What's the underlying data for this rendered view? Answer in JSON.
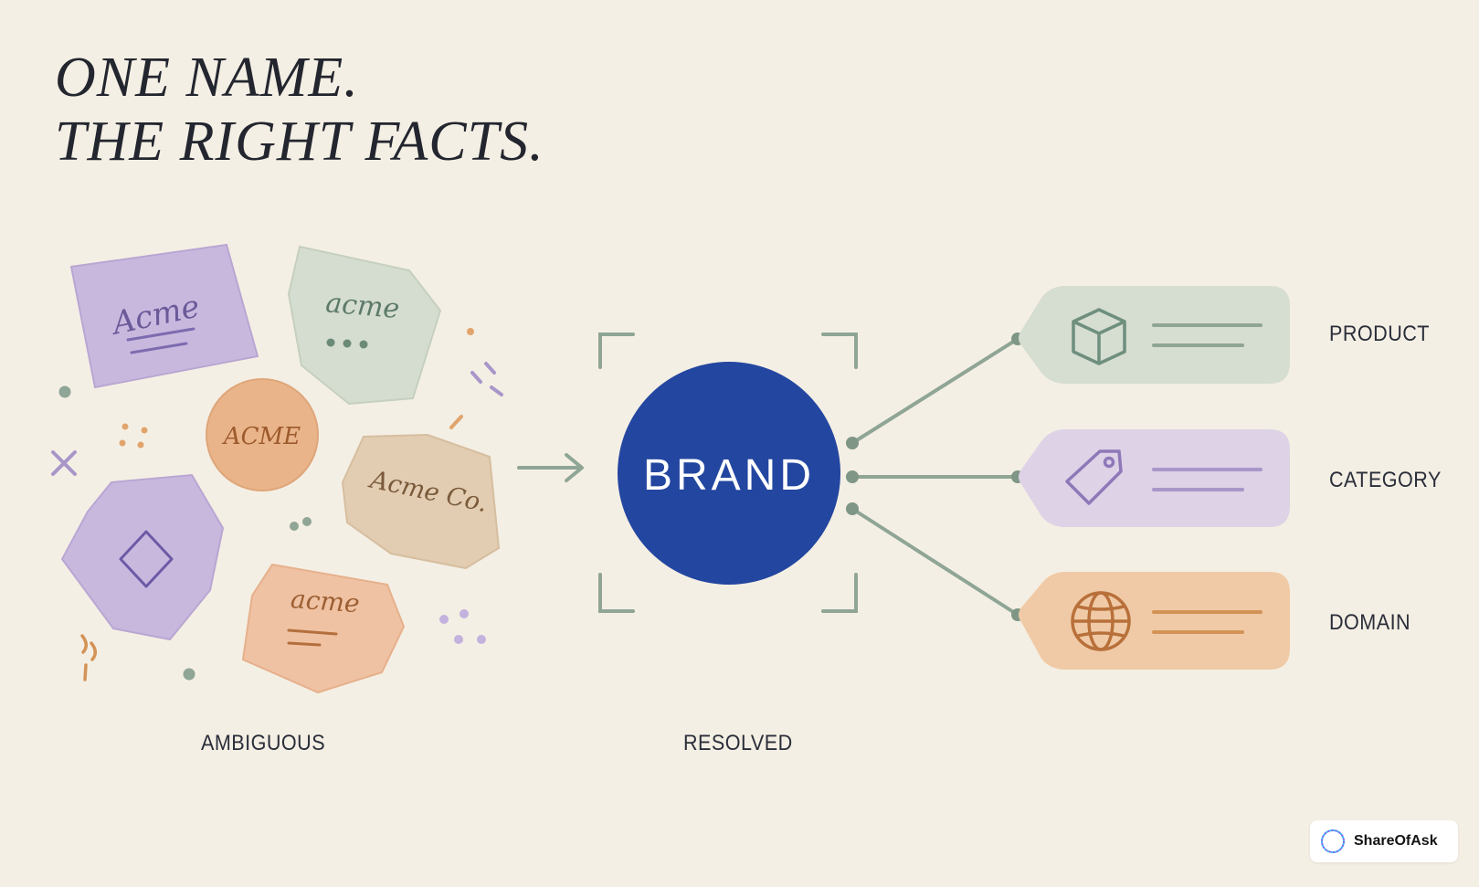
{
  "title": {
    "line1": "ONE NAME.",
    "line2": "THE RIGHT FACTS."
  },
  "ambiguous": {
    "label": "AMBIGUOUS",
    "cards": [
      {
        "text": "Acme",
        "color": "#c9b8de"
      },
      {
        "text": "acme",
        "color": "#d5ddd0"
      },
      {
        "text": "ACME",
        "color": "#e9b48a"
      },
      {
        "text": "Acme Co.",
        "color": "#e2cdb2"
      },
      {
        "text": "",
        "icon": "diamond-icon",
        "color": "#c9b8de"
      },
      {
        "text": "acme",
        "color": "#efc2a3"
      }
    ]
  },
  "resolved": {
    "label": "RESOLVED",
    "center_text": "BRAND",
    "center_color": "#2346a0"
  },
  "facts": [
    {
      "label": "PRODUCT",
      "icon": "cube-icon",
      "color": "#d6ddd1",
      "ink": "#6f8f7e"
    },
    {
      "label": "CATEGORY",
      "icon": "price-tag-icon",
      "color": "#ddd2e6",
      "ink": "#8f78b8"
    },
    {
      "label": "DOMAIN",
      "icon": "globe-icon",
      "color": "#f0caa6",
      "ink": "#b8703a"
    }
  ],
  "brand_badge": {
    "name": "ShareOfAsk"
  },
  "colors": {
    "background": "#f4efe4",
    "connector": "#8fa596",
    "text": "#262a35"
  }
}
